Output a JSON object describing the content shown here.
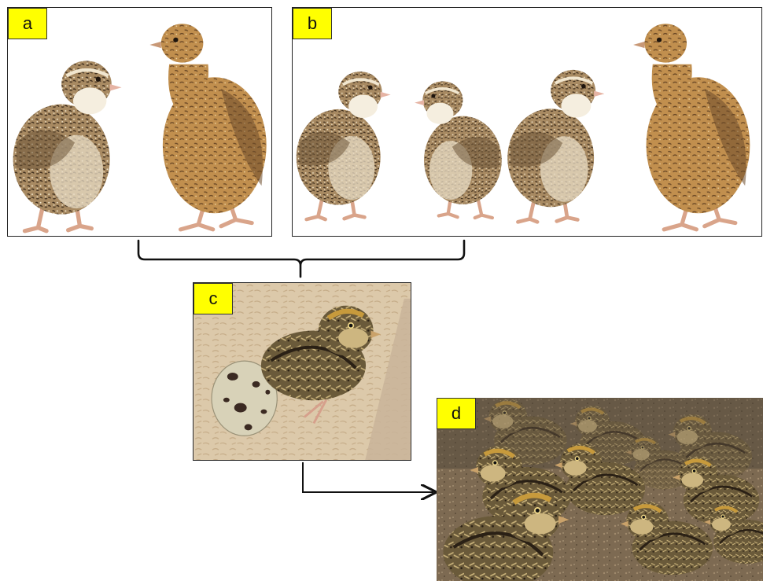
{
  "panels": {
    "a": {
      "label": "a"
    },
    "b": {
      "label": "b"
    },
    "c": {
      "label": "c"
    },
    "d": {
      "label": "d"
    }
  },
  "colors": {
    "label_bg": "#ffff00",
    "border": "#222222",
    "male_plumage": "#b08a5a",
    "female_plumage": "#c18f4e",
    "chick_plumage": "#8a7448",
    "egg": "#d8d2b8",
    "nest_bedding": "#d9c4a4",
    "ground": "#7d6a52"
  },
  "icons": {
    "a": [
      "quail-male-icon",
      "quail-female-icon"
    ],
    "b": [
      "quail-male-icon",
      "quail-male-icon",
      "quail-male-icon",
      "quail-female-icon"
    ],
    "c": [
      "quail-egg-icon",
      "quail-chick-icon"
    ],
    "d": [
      "quail-chicks-flock-icon"
    ],
    "connectors": [
      "bracket-connector",
      "arrow-connector"
    ]
  }
}
